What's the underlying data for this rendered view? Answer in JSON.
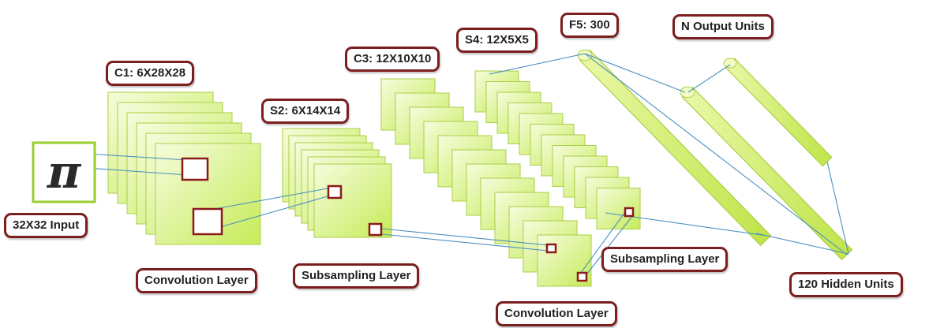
{
  "labels": {
    "input": "32X32 Input",
    "c1": "C1: 6X28X28",
    "s2": "S2: 6X14X14",
    "c3": "C3: 12X10X10",
    "s4": "S4: 12X5X5",
    "f5": "F5: 300",
    "output": "N Output Units",
    "hidden": "120 Hidden Units",
    "conv1": "Convolution Layer",
    "sub1": "Subsampling Layer",
    "conv2": "Convolution Layer",
    "sub2": "Subsampling Layer"
  },
  "input_glyph": "π",
  "colors": {
    "label_border": "#7a1e1e",
    "connection_line": "#4a8fc0",
    "layer_fill_light": "#f4fbd6",
    "layer_fill_dark": "#c3ea52",
    "layer_stroke": "#a9cf47",
    "receptive_field": "#8b1a1a"
  }
}
